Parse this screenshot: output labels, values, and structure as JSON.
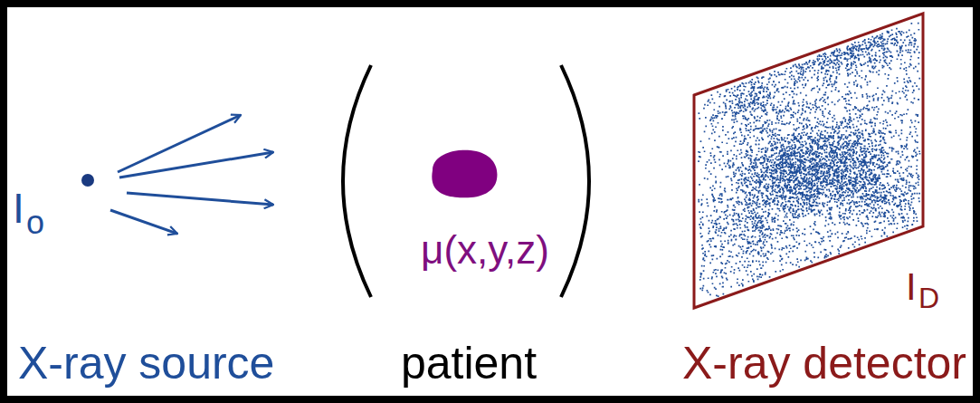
{
  "diagram": {
    "labels": [
      "I",
      "o",
      "μ(x,y,z)",
      "I",
      "D",
      "X-ray source",
      "patient",
      "X-ray detector"
    ]
  }
}
